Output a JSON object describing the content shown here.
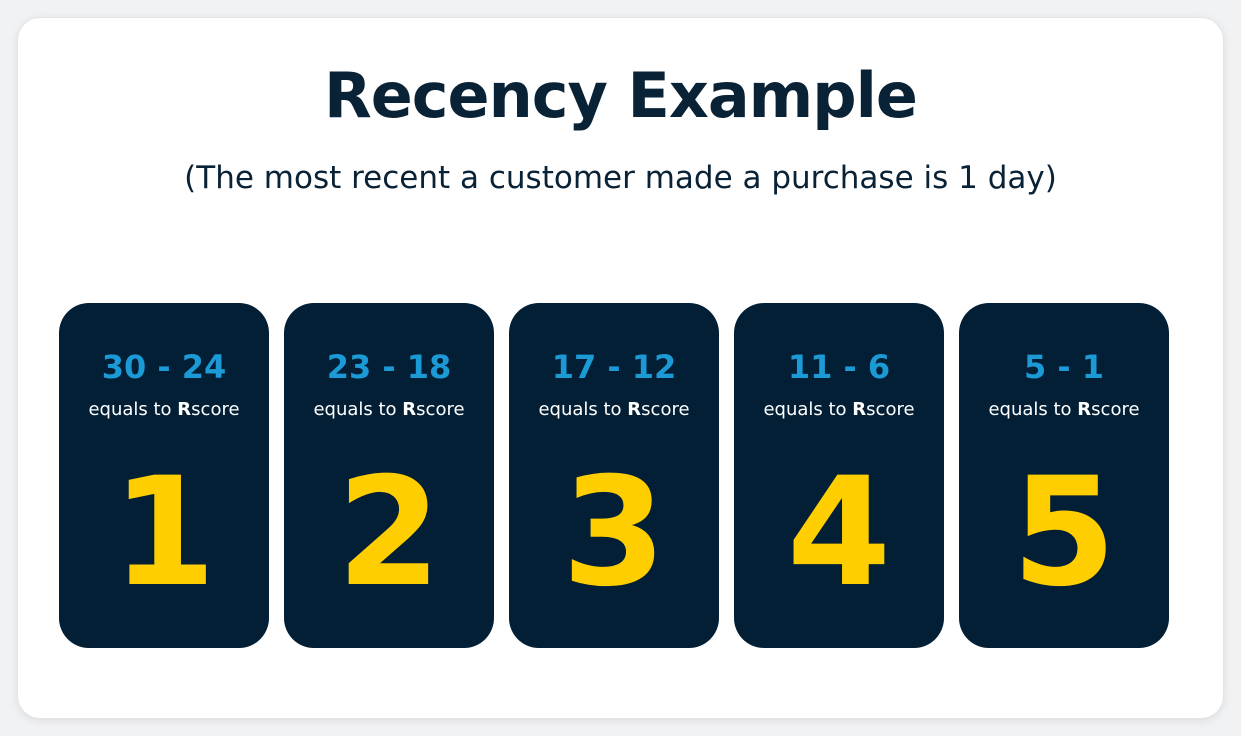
{
  "title": "Recency Example",
  "subtitle": "(The most recent a customer made a purchase is 1 day)",
  "cards": [
    {
      "range": "30 - 24",
      "caption_prefix": "equals to ",
      "caption_strong": "R",
      "caption_suffix": "score",
      "score": "1"
    },
    {
      "range": "23 - 18",
      "caption_prefix": "equals to ",
      "caption_strong": "R",
      "caption_suffix": "score",
      "score": "2"
    },
    {
      "range": "17 - 12",
      "caption_prefix": "equals to ",
      "caption_strong": "R",
      "caption_suffix": "score",
      "score": "3"
    },
    {
      "range": "11 - 6",
      "caption_prefix": "equals to ",
      "caption_strong": "R",
      "caption_suffix": "score",
      "score": "4"
    },
    {
      "range": "5 - 1",
      "caption_prefix": "equals to ",
      "caption_strong": "R",
      "caption_suffix": "score",
      "score": "5"
    }
  ],
  "colors": {
    "background": "#ffffff",
    "card": "#021f35",
    "range_text": "#1b9ad6",
    "score_text": "#ffce00",
    "heading_text": "#0a2236"
  }
}
